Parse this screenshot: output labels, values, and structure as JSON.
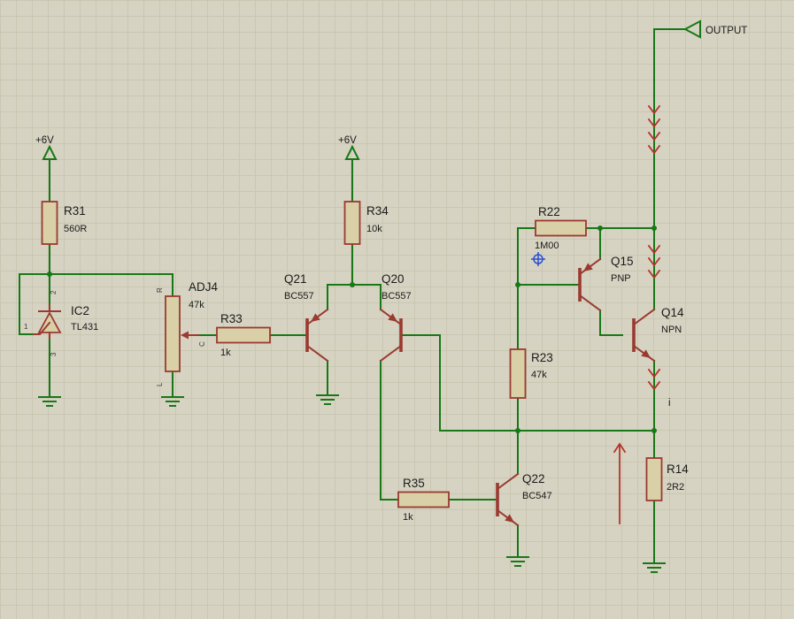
{
  "palette": {
    "background": "#d6d3c2",
    "grid_line": "#c9c6b2",
    "wire_green": "#187818",
    "component_outline": "#9a3a30",
    "component_fill": "#d9d0a8",
    "arrow_red": "#b5342a",
    "label_text": "#1b1b1b",
    "pin_text": "#3a3a3a",
    "marker_blue": "#2b4fd0"
  },
  "terminals": {
    "output_label": "OUTPUT",
    "power_rail_1": "+6V",
    "power_rail_2": "+6V"
  },
  "annotations": {
    "current_label": "i"
  },
  "components": {
    "r31": {
      "ref": "R31",
      "value": "560R"
    },
    "r34": {
      "ref": "R34",
      "value": "10k"
    },
    "r33": {
      "ref": "R33",
      "value": "1k"
    },
    "r35": {
      "ref": "R35",
      "value": "1k"
    },
    "r22": {
      "ref": "R22",
      "value": "1M00"
    },
    "r23": {
      "ref": "R23",
      "value": "47k"
    },
    "r14": {
      "ref": "R14",
      "value": "2R2"
    },
    "ic2": {
      "ref": "IC2",
      "value": "TL431",
      "pins": {
        "cathode": "2",
        "ref_pin": "1",
        "anode": "3"
      }
    },
    "adj4": {
      "ref": "ADJ4",
      "value": "47k",
      "pins": {
        "top": "R",
        "wiper": "C",
        "bottom": "L"
      }
    },
    "q21": {
      "ref": "Q21",
      "value": "BC557"
    },
    "q20": {
      "ref": "Q20",
      "value": "BC557"
    },
    "q15": {
      "ref": "Q15",
      "value": "PNP"
    },
    "q14": {
      "ref": "Q14",
      "value": "NPN"
    },
    "q22": {
      "ref": "Q22",
      "value": "BC547"
    }
  }
}
